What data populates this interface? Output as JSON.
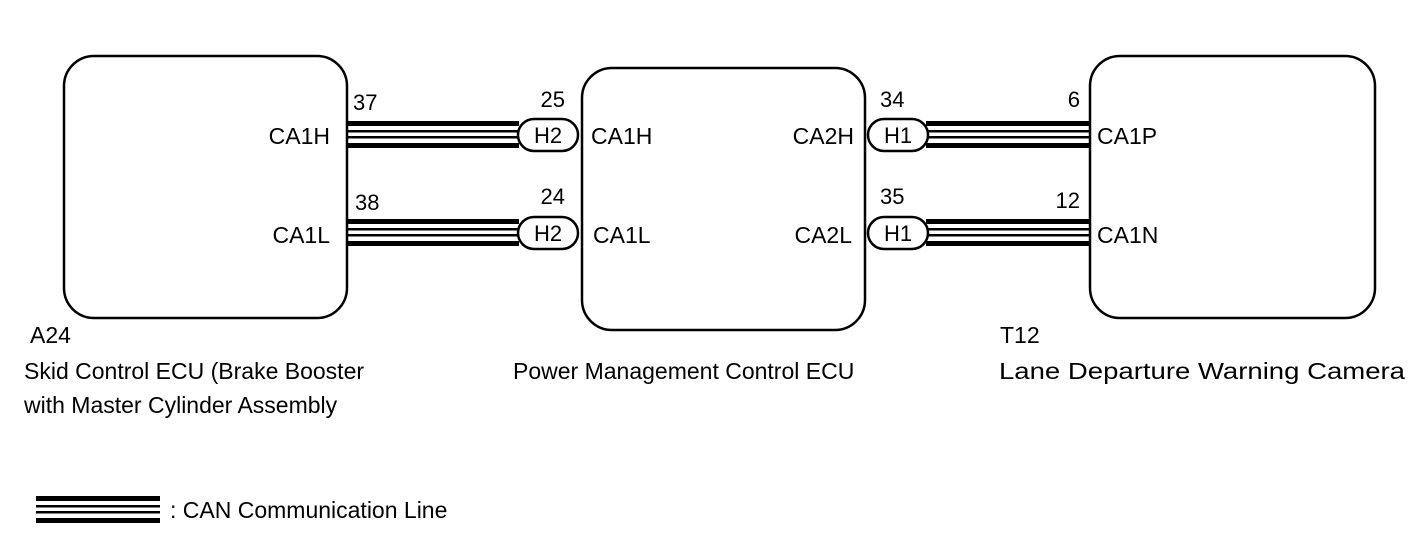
{
  "components": {
    "skid": {
      "code": "A24",
      "name_line1": "Skid Control ECU (Brake Booster",
      "name_line2": "with Master Cylinder Assembly",
      "terminals": {
        "high": "CA1H",
        "low": "CA1L"
      },
      "pins": {
        "high": "37",
        "low": "38"
      }
    },
    "pmc": {
      "name": "Power Management Control ECU",
      "left_terminals": {
        "high": "CA1H",
        "low": "CA1L"
      },
      "left_pins": {
        "high": "25",
        "low": "24"
      },
      "left_connectors": {
        "high": "H2",
        "low": "H2"
      },
      "right_terminals": {
        "high": "CA2H",
        "low": "CA2L"
      },
      "right_pins": {
        "high": "34",
        "low": "35"
      },
      "right_connectors": {
        "high": "H1",
        "low": "H1"
      }
    },
    "camera": {
      "code": "T12",
      "name": "Lane Departure Warning Camera",
      "terminals": {
        "high": "CA1P",
        "low": "CA1N"
      },
      "pins": {
        "high": "6",
        "low": "12"
      }
    }
  },
  "legend": {
    "label": ": CAN Communication Line"
  },
  "colors": {
    "line": "#000000",
    "background": "#ffffff"
  }
}
